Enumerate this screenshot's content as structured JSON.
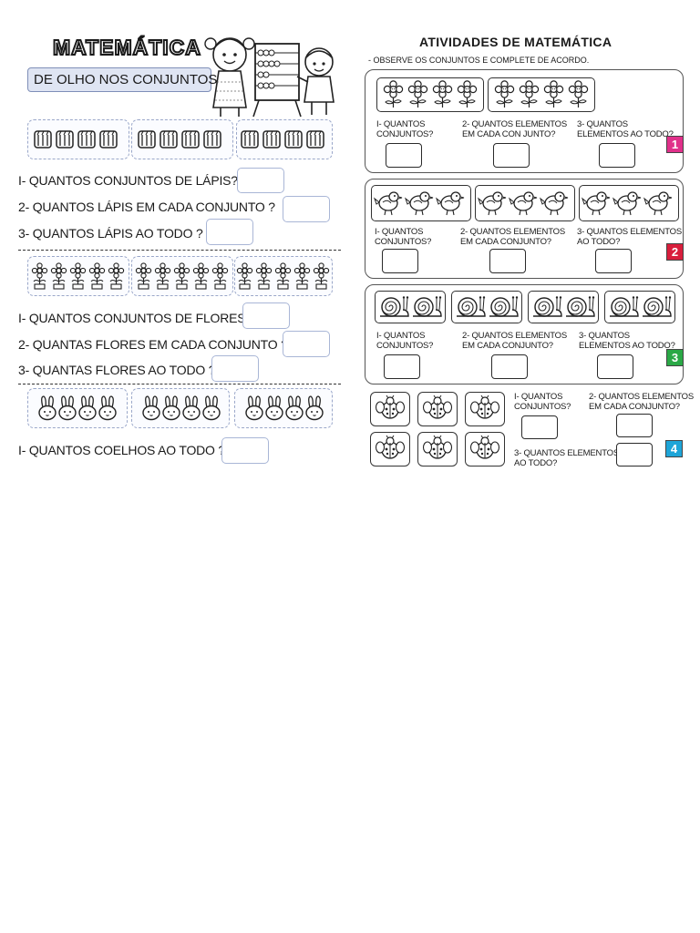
{
  "left": {
    "header_title": "MATEMÁTICA",
    "subtitle": "DE OLHO NOS CONJUNTOS",
    "pencil_questions": [
      "I- QUANTOS CONJUNTOS DE LÁPIS?",
      "2- QUANTOS LÁPIS EM CADA CONJUNTO ?",
      "3- QUANTOS LÁPIS AO TODO ?"
    ],
    "flower_questions": [
      "I- QUANTOS CONJUNTOS DE FLORES?",
      "2- QUANTAS FLORES EM CADA CONJUNTO ?",
      "3- QUANTAS FLORES AO TODO ?"
    ],
    "rabbit_question": "I- QUANTOS COELHOS AO TODO ?"
  },
  "right": {
    "title": "ATIVIDADES DE MATEMÁTICA",
    "instruction": "- OBSERVE OS CONJUNTOS E COMPLETE DE ACORDO.",
    "panels": [
      {
        "q1": "I- QUANTOS\nCONJUNTOS?",
        "q2": "2- QUANTOS ELEMENTOS\nEM CADA CON JUNTO?",
        "q3": "3- QUANTOS\nELEMENTOS AO TODO?",
        "badge": "1",
        "badge_color": "#e0308a"
      },
      {
        "q1": "I- QUANTOS\nCONJUNTOS?",
        "q2": "2- QUANTOS ELEMENTOS\nEM CADA CONJUNTO?",
        "q3": "3- QUANTOS ELEMENTOS\nAO TODO?",
        "badge": "2",
        "badge_color": "#d81e3c"
      },
      {
        "q1": "I- QUANTOS\nCONJUNTOS?",
        "q2": "2- QUANTOS ELEMENTOS\nEM CADA CONJUNTO?",
        "q3": "3- QUANTOS\nELEMENTOS AO TODO?",
        "badge": "3",
        "badge_color": "#2aa846"
      },
      {
        "q1": "I- QUANTOS\nCONJUNTOS?",
        "q2": "2- QUANTOS ELEMENTOS\nEM CADA CONJUNTO?",
        "q3": "3- QUANTOS ELEMENTOS\nAO TODO?",
        "badge": "4",
        "badge_color": "#1ea5d8"
      }
    ]
  },
  "icons": {
    "pencil": "pencil-icon",
    "flower": "flower-icon",
    "rabbit": "rabbit-icon",
    "bird": "bird-icon",
    "snail": "snail-icon",
    "bug": "ladybug-icon"
  }
}
